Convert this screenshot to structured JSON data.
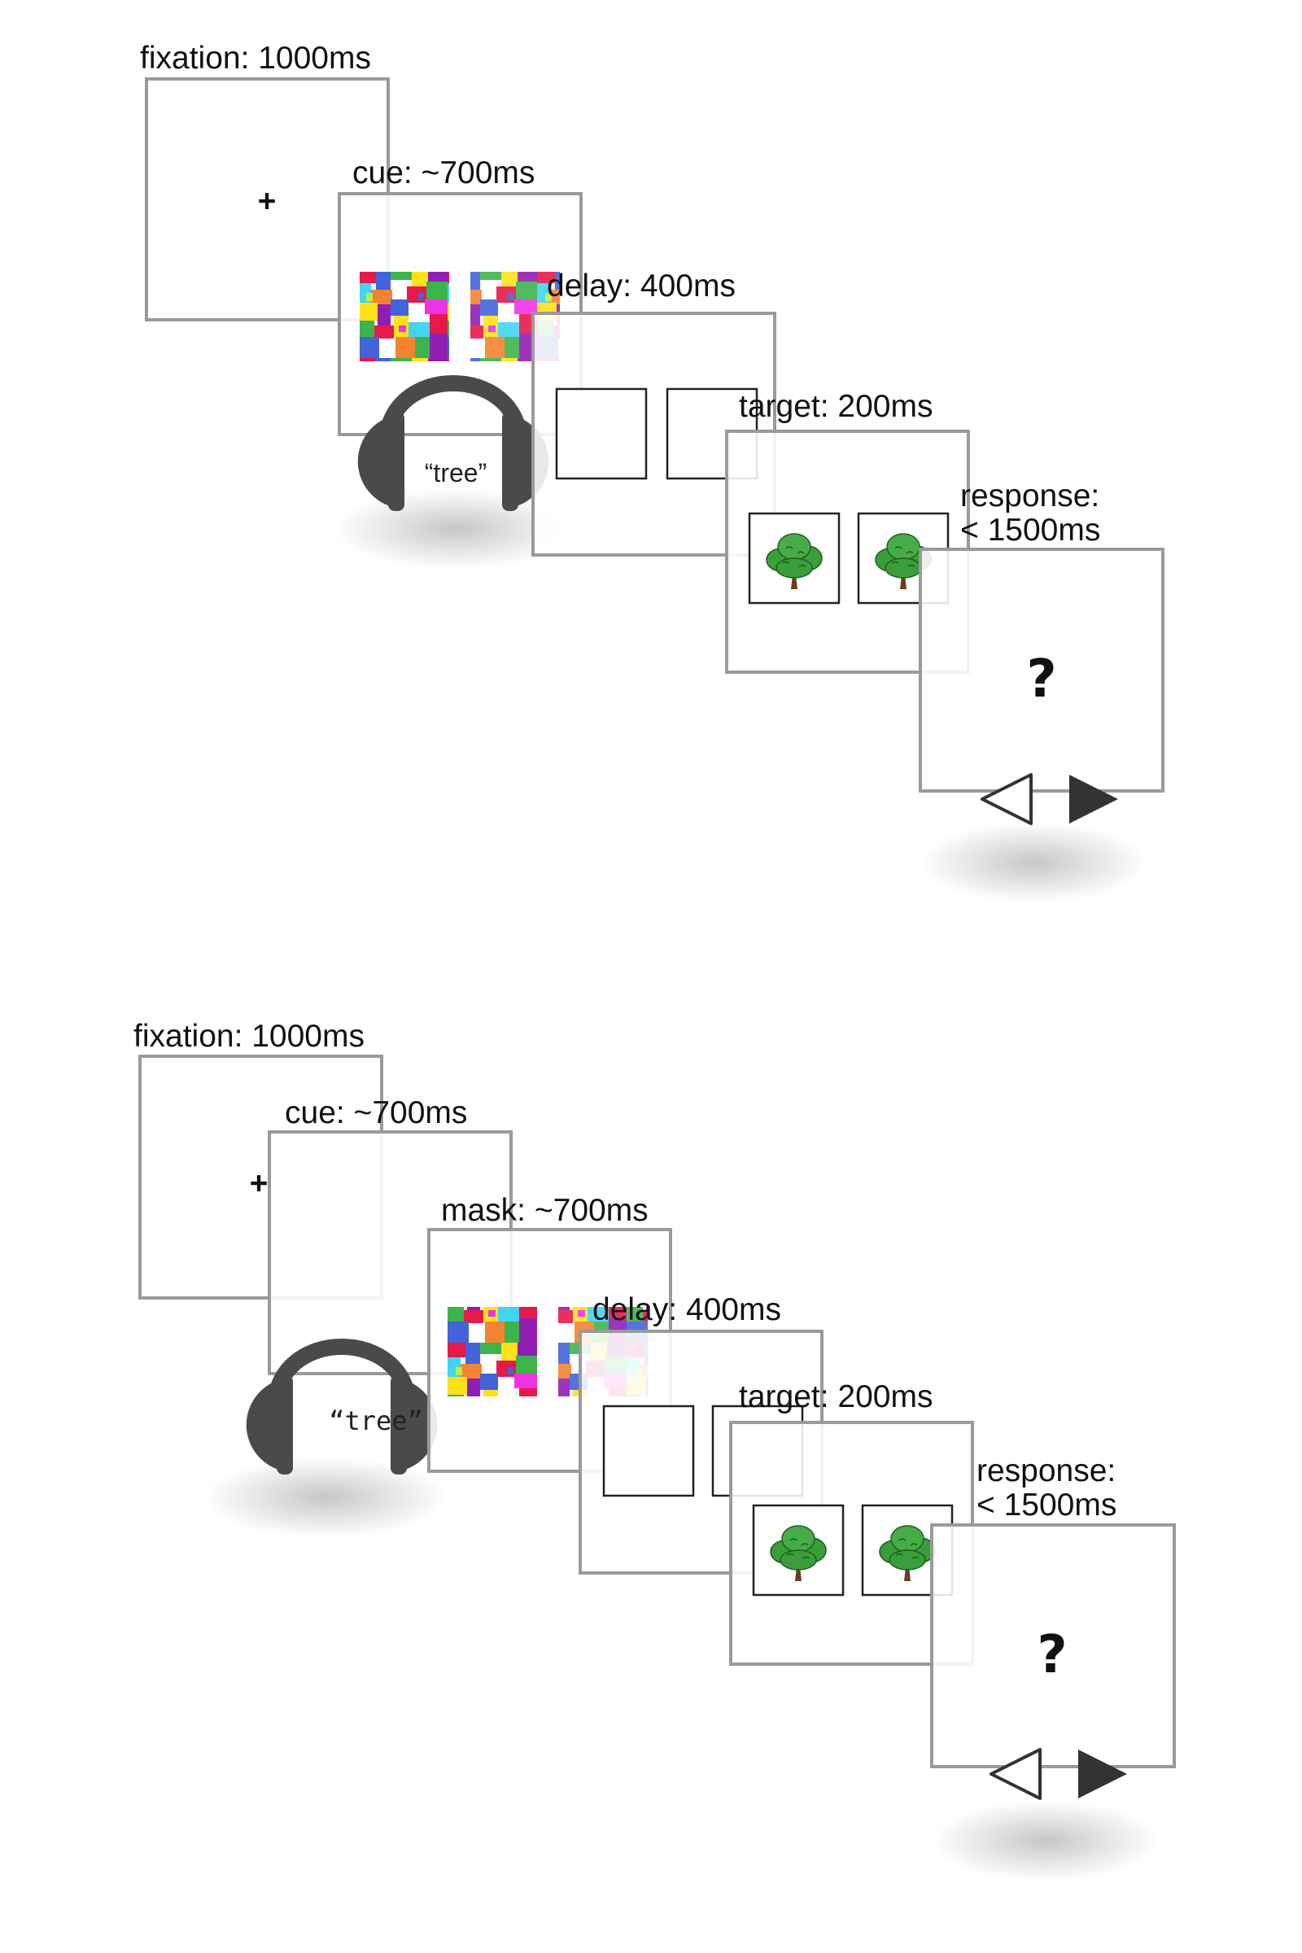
{
  "panel_a": {
    "fixation_label": "fixation: 1000ms",
    "cue_label": "cue: ~700ms",
    "delay_label": "delay: 400ms",
    "target_label": "target: 200ms",
    "response_label_line1": "response:",
    "response_label_line2": "< 1500ms",
    "spoken_word": "“tree”",
    "fixation_symbol": "+",
    "response_symbol": "?"
  },
  "panel_b": {
    "fixation_label": "fixation: 1000ms",
    "cue_label": "cue: ~700ms",
    "mask_label": "mask: ~700ms",
    "delay_label": "delay: 400ms",
    "target_label": "target: 200ms",
    "response_label_line1": "response:",
    "response_label_line2": "< 1500ms",
    "spoken_word": "“tree”",
    "fixation_symbol": "+",
    "response_symbol": "?"
  },
  "colors": {
    "frame_stroke": "#9a9a9a",
    "headphone": "#4a4a4a",
    "tree_foliage": "#3a9e3a",
    "tree_trunk": "#6b3d1e",
    "arrow_fill": "#333333",
    "mask_palette": [
      "#e6194b",
      "#3cb44b",
      "#4363d8",
      "#ffe119",
      "#f58231",
      "#911eb4",
      "#42d4f4",
      "#f032e6",
      "#ffffff",
      "#bfef45"
    ]
  },
  "icons": {
    "headphones": "headphones-icon",
    "tree": "tree-icon",
    "left_arrow": "left-arrow-open-icon",
    "right_arrow": "right-arrow-filled-icon",
    "mask": "color-mask-pattern"
  }
}
